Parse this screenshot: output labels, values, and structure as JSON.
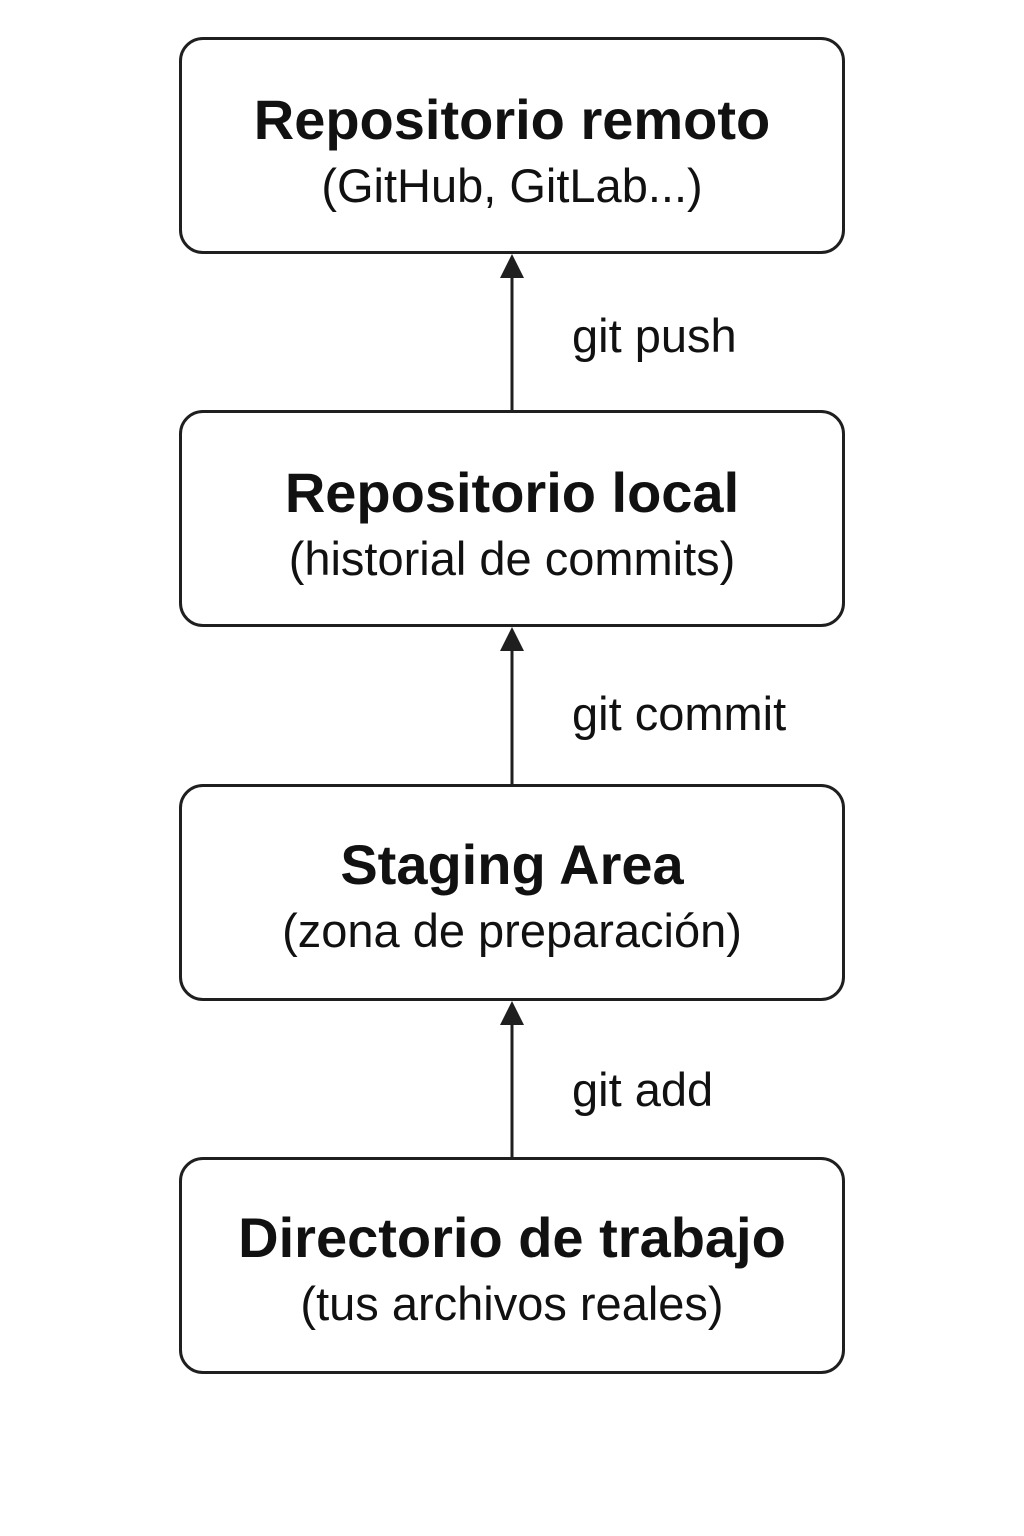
{
  "diagram": {
    "nodes": [
      {
        "id": "remote",
        "title": "Repositorio remoto",
        "subtitle": "(GitHub, GitLab...)"
      },
      {
        "id": "local",
        "title": "Repositorio local",
        "subtitle": "(historial de commits)"
      },
      {
        "id": "staging",
        "title": "Staging Area",
        "subtitle": "(zona de preparación)"
      },
      {
        "id": "workdir",
        "title": "Directorio de trabajo",
        "subtitle": "(tus archivos reales)"
      }
    ],
    "edges": [
      {
        "from": "local",
        "to": "remote",
        "label": "git push"
      },
      {
        "from": "staging",
        "to": "local",
        "label": "git commit"
      },
      {
        "from": "workdir",
        "to": "staging",
        "label": "git add"
      }
    ]
  },
  "colors": {
    "stroke": "#1f1f1f",
    "text": "#111111",
    "background": "#ffffff"
  }
}
